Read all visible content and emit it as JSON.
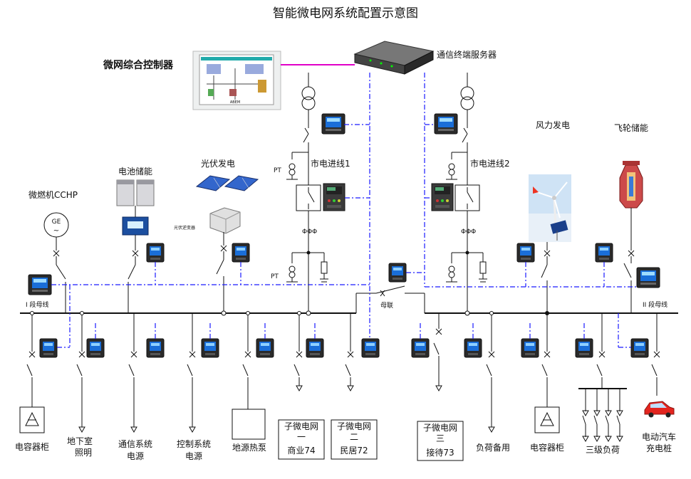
{
  "title": "智能微电网系统配置示意图",
  "controller_label": "微网综合控制器",
  "server_label": "通信终端服务器",
  "screen_small_text": "ABEM",
  "feeder1": "市电进线1",
  "feeder2": "市电进线2",
  "pt": "PT",
  "bus_section": "母联",
  "bus_left_tag": "I 段母线",
  "bus_right_tag": "II 段母线",
  "sources": {
    "ccphp": "微燃机CCHP",
    "ge": "GE",
    "battery": "电池储能",
    "pv": "光伏发电",
    "inverter": "光伏逆变器",
    "wind": "风力发电",
    "flywheel": "飞轮储能"
  },
  "loads": {
    "cap1": "电容器柜",
    "basement_1": "地下室",
    "basement_2": "照明",
    "comm_1": "通信系统",
    "comm_2": "电源",
    "ctrl_1": "控制系统",
    "ctrl_2": "电源",
    "heatpump": "地源热泵",
    "sub1_1": "子微电网",
    "sub1_2": "一",
    "sub1_3": "商业74",
    "sub2_1": "子微电网",
    "sub2_2": "二",
    "sub2_3": "民居72",
    "sub3_1": "子微电网",
    "sub3_2": "三",
    "sub3_3": "接待73",
    "reserve": "负荷备用",
    "cap2": "电容器柜",
    "tertiary": "三级负荷",
    "ev_1": "电动汽车",
    "ev_2": "充电桩"
  },
  "colors": {
    "comm_line": "#1a1aff",
    "link_line": "#e000c8",
    "meter_screen": "#1a6ed8"
  }
}
